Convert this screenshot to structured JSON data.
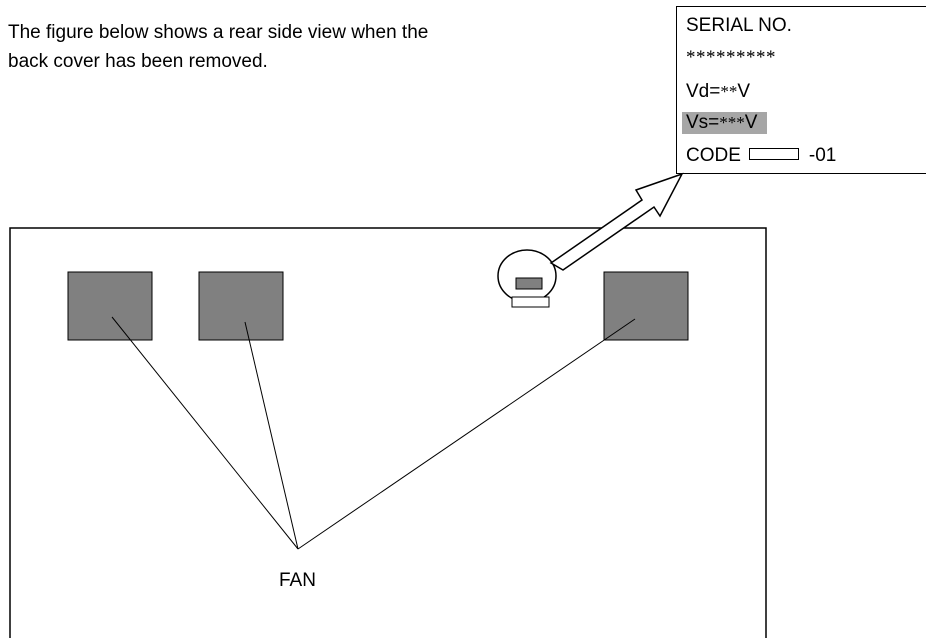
{
  "intro": {
    "line1": "The figure below shows a rear side view when the",
    "line2": "back cover has been removed."
  },
  "label": {
    "serial": "SERIAL NO.",
    "stars": "*********",
    "vd_prefix": "Vd=",
    "vd_stars": "**",
    "vd_unit": "V",
    "vs_prefix": "Vs=",
    "vs_stars": "***",
    "vs_unit": "V",
    "code_prefix": "CODE",
    "code_suffix": "-01",
    "highlight_color": "#a6a6a6"
  },
  "diagram": {
    "fan_label": "FAN",
    "fan_color": "#808080",
    "fan_count": 3
  }
}
